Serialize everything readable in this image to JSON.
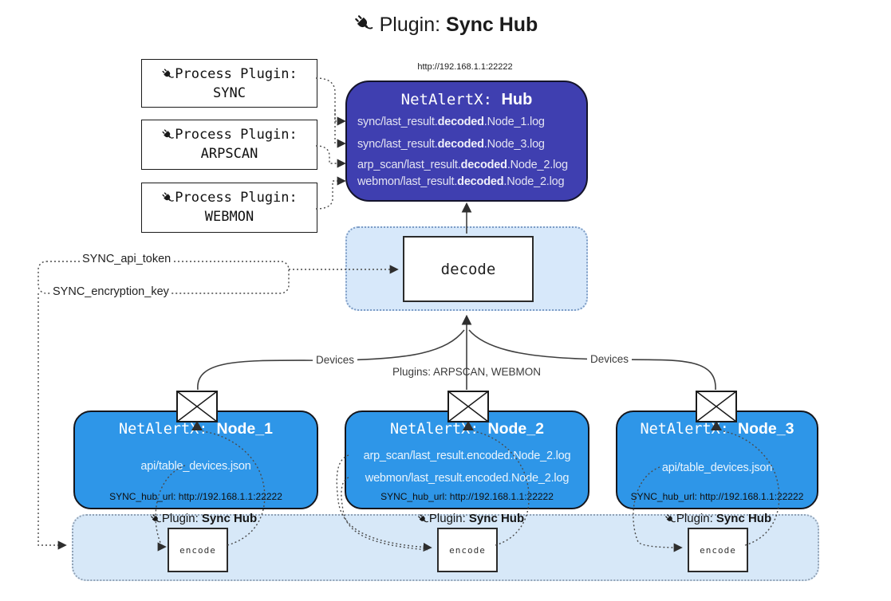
{
  "title": {
    "prefix": "Plugin: ",
    "name": "Sync Hub"
  },
  "hub": {
    "url": "http://192.168.1.1:22222",
    "title_mono": "NetAlertX: ",
    "title_name": "Hub",
    "lines": [
      {
        "pre": "sync/last_result.",
        "bold": "decoded",
        "post": ".Node_1.log"
      },
      {
        "pre": "sync/last_result.",
        "bold": "decoded",
        "post": ".Node_3.log"
      },
      {
        "pre": "arp_scan/last_result.",
        "bold": "decoded",
        "post": ".Node_2.log"
      },
      {
        "pre": "webmon/last_result.",
        "bold": "decoded",
        "post": ".Node_2.log"
      }
    ]
  },
  "process_plugins": [
    {
      "line1": "Process Plugin:",
      "line2": "SYNC"
    },
    {
      "line1": "Process Plugin:",
      "line2": "ARPSCAN"
    },
    {
      "line1": "Process Plugin:",
      "line2": "WEBMON"
    }
  ],
  "decode": {
    "label": "decode"
  },
  "config": {
    "api_token": "SYNC_api_token",
    "encryption_key": "SYNC_encryption_key"
  },
  "edges": {
    "devices_left": "Devices",
    "devices_right": "Devices",
    "plugins_mid": "Plugins: ARPSCAN, WEBMON"
  },
  "nodes": [
    {
      "title_mono": "NetAlertX: ",
      "title_name": "Node_1",
      "lines": [
        "api/table_devices.json"
      ],
      "hub_url": "SYNC_hub_url: http://192.168.1.1:22222"
    },
    {
      "title_mono": "NetAlertX: ",
      "title_name": "Node_2",
      "lines": [
        "arp_scan/last_result.encoded.Node_2.log",
        "webmon/last_result.encoded.Node_2.log"
      ],
      "hub_url": "SYNC_hub_url: http://192.168.1.1:22222"
    },
    {
      "title_mono": "NetAlertX: ",
      "title_name": "Node_3",
      "lines": [
        "api/table_devices.json"
      ],
      "hub_url": "SYNC_hub_url: http://192.168.1.1:22222"
    }
  ],
  "encoders": [
    {
      "plugin_prefix": "Plugin: ",
      "plugin_name": "Sync Hub",
      "label": "encode"
    },
    {
      "plugin_prefix": "Plugin: ",
      "plugin_name": "Sync Hub",
      "label": "encode"
    },
    {
      "plugin_prefix": "Plugin: ",
      "plugin_name": "Sync Hub",
      "label": "encode"
    }
  ],
  "colors": {
    "hub_fill": "#3f3fb0",
    "node_fill": "#2e96e8",
    "band_fill": "#d7e8f8",
    "line": "#3f3f3f"
  }
}
